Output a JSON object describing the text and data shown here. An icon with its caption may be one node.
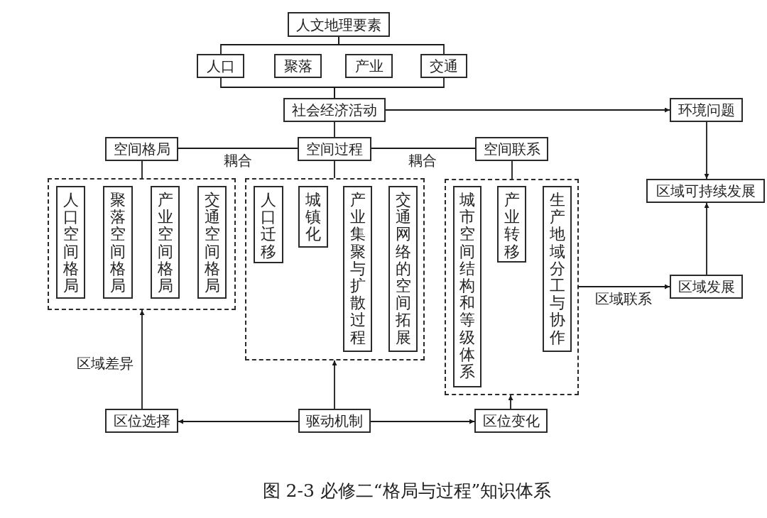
{
  "diagram": {
    "caption": "图 2-3 必修二“格局与过程”知识体系",
    "nodes": [
      {
        "text": [
          "人文地理要素"
        ]
      },
      {
        "text": [
          "人口"
        ]
      },
      {
        "text": [
          "聚落"
        ]
      },
      {
        "text": [
          "产业"
        ]
      },
      {
        "text": [
          "交通"
        ]
      },
      {
        "text": [
          "社会经济活动"
        ]
      },
      {
        "text": [
          "环境问题"
        ]
      },
      {
        "text": [
          "空间格局"
        ]
      },
      {
        "text": [
          "空间过程"
        ]
      },
      {
        "text": [
          "空间联系"
        ]
      },
      {
        "text": [
          "区域可持续发展"
        ]
      },
      {
        "text": [],
        "shape": "box"
      },
      {
        "text": [
          "人口空间格局"
        ],
        "in": 11
      },
      {
        "text": [
          "聚落空间格局"
        ],
        "in": 11
      },
      {
        "text": [
          "产业空间格局"
        ],
        "in": 11
      },
      {
        "text": [
          "交通空间格局"
        ],
        "in": 11
      },
      {
        "text": [],
        "shape": "box"
      },
      {
        "text": [
          "人口迁移"
        ],
        "in": 16
      },
      {
        "text": [
          "城镇化"
        ],
        "in": 16
      },
      {
        "text": [
          "产业集聚与扩散过程"
        ],
        "in": 16
      },
      {
        "text": [
          "交通网络的空间拓展"
        ],
        "in": 16
      },
      {
        "text": [],
        "shape": "box"
      },
      {
        "text": [
          "城市空间结构和等级体系"
        ],
        "in": 21
      },
      {
        "text": [
          "产业转移"
        ],
        "in": 21
      },
      {
        "text": [
          "生产地域分工与协作"
        ],
        "in": 21
      },
      {
        "text": [
          "区域发展"
        ]
      },
      {
        "text": [
          "区位选择"
        ]
      },
      {
        "text": [
          "驱动机制"
        ]
      },
      {
        "text": [
          "区位变化"
        ]
      }
    ],
    "edges": [
      {
        "from": 0,
        "to": 1,
        "arrow": "none"
      },
      {
        "from": 0,
        "to": 4,
        "arrow": "none"
      },
      {
        "from": 1,
        "to": 5,
        "arrow": "none"
      },
      {
        "from": 4,
        "to": 5,
        "arrow": "none"
      },
      {
        "from": 5,
        "to": 6,
        "arrow": "to"
      },
      {
        "from": 5,
        "to": 8,
        "arrow": "none"
      },
      {
        "from": 7,
        "to": 8,
        "arrow": "none",
        "label": "耦合"
      },
      {
        "from": 8,
        "to": 9,
        "arrow": "none",
        "label": "耦合"
      },
      {
        "from": 7,
        "to": 11,
        "arrow": "none"
      },
      {
        "from": 8,
        "to": 16,
        "arrow": "none"
      },
      {
        "from": 9,
        "to": 21,
        "arrow": "none"
      },
      {
        "from": 6,
        "to": 10,
        "arrow": "to"
      },
      {
        "from": 25,
        "to": 10,
        "arrow": "to"
      },
      {
        "from": 21,
        "to": 25,
        "arrow": "to",
        "label": "区域联系"
      },
      {
        "from": 26,
        "to": 11,
        "arrow": "to",
        "label": "区域差异"
      },
      {
        "from": 27,
        "to": 26,
        "arrow": "to"
      },
      {
        "from": 27,
        "to": 16,
        "arrow": "to"
      },
      {
        "from": 27,
        "to": 28,
        "arrow": "to"
      },
      {
        "from": 28,
        "to": 21,
        "arrow": "to"
      }
    ]
  }
}
